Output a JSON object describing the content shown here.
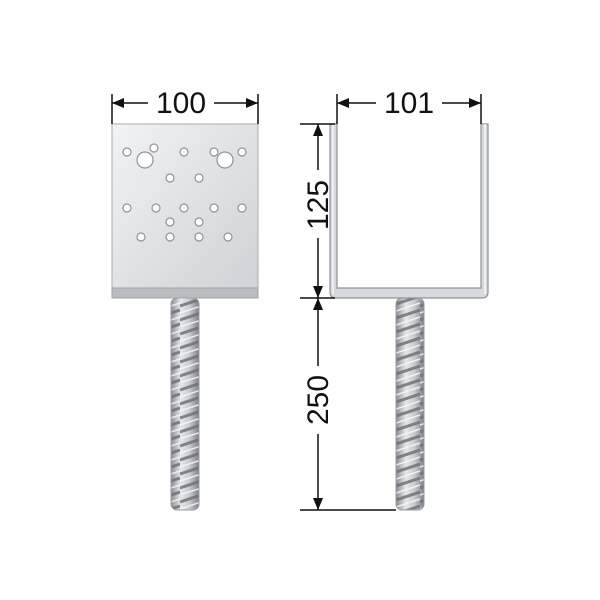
{
  "dimensions": {
    "front_width": "100",
    "side_width": "101",
    "bracket_height": "125",
    "rod_length": "250"
  }
}
